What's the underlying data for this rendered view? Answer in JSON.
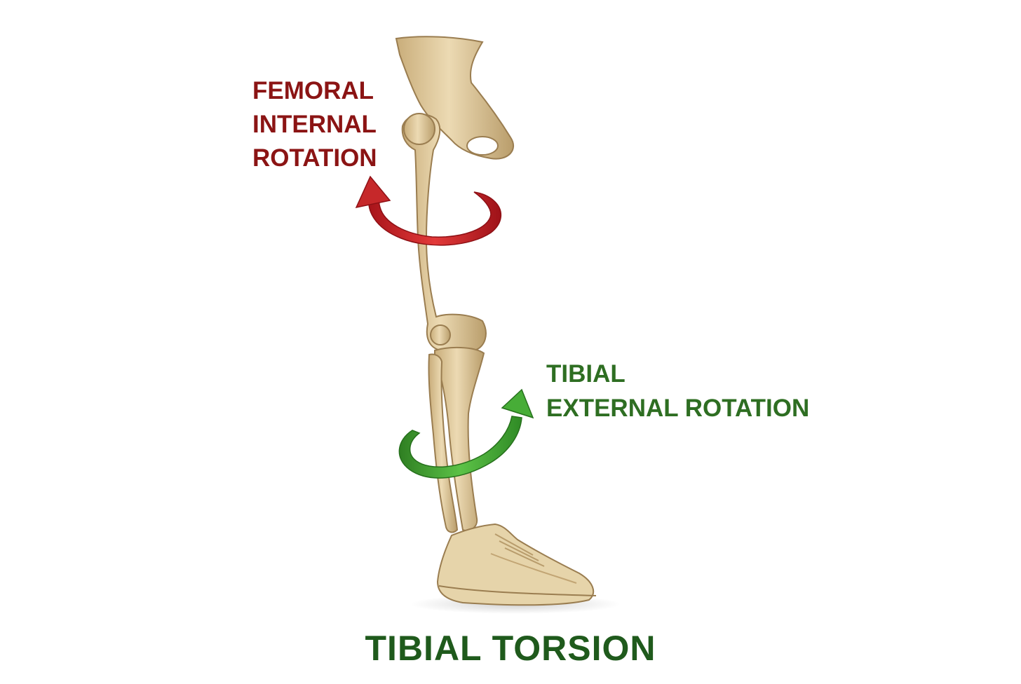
{
  "colors": {
    "femoral_text": "#8b1414",
    "femoral_arrow": "#d42a2a",
    "tibial_text": "#2e6e22",
    "tibial_arrow": "#45a336",
    "title_text": "#1f5a1c",
    "bone_fill": "#e4cfa4",
    "bone_shadow": "#b89c6c",
    "bone_outline": "#9a7d50",
    "shoe_fill": "#e6d4aa"
  },
  "icons": {
    "femoral_arrow": "rotation-arrow-icon",
    "tibial_arrow": "rotation-arrow-icon"
  },
  "femoral_label": {
    "lines": [
      "FEMORAL",
      "INTERNAL",
      "ROTATION"
    ]
  },
  "tibial_label": {
    "lines": [
      "TIBIAL",
      "EXTERNAL ROTATION"
    ]
  },
  "title": "TIBIAL TORSION"
}
